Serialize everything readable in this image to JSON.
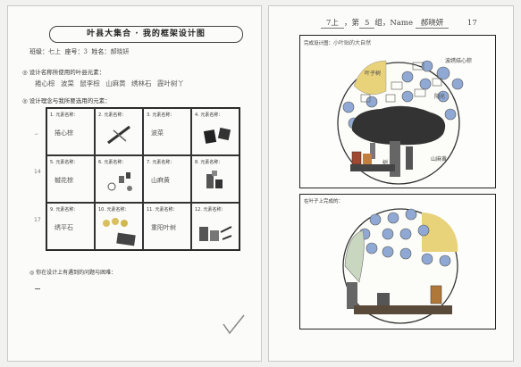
{
  "left_page": {
    "title": "叶县大集合 · 我的框架设计图",
    "info": {
      "class_label": "班级：",
      "class_value": "七上",
      "seat_label": "座号：",
      "seat_value": "3",
      "name_label": "姓名：",
      "name_value": "郝晓妍"
    },
    "question1": "◎ 设计名称所使用的叶县元素：",
    "question1_answer": "捲心棕 波菜 鼠李棕 山麻黄 绣林石 霞叶树丫",
    "question2": "◎ 设计理念与我所要选用的元素：",
    "cells": [
      {
        "header": "1. 元素名称：",
        "name": "捲心棕"
      },
      {
        "header": "2. 元素名称：",
        "name": ""
      },
      {
        "header": "3. 元素名称：",
        "name": "波菜"
      },
      {
        "header": "4. 元素名称：",
        "name": ""
      },
      {
        "header": "5. 元素名称：",
        "name": "槭花棕"
      },
      {
        "header": "6. 元素名称：",
        "name": ""
      },
      {
        "header": "7. 元素名称：",
        "name": "山麻黄"
      },
      {
        "header": "8. 元素名称：",
        "name": ""
      },
      {
        "header": "9. 元素名称：",
        "name": "绣平石"
      },
      {
        "header": "10. 元素名称：",
        "name": ""
      },
      {
        "header": "11. 元素名称：",
        "name": "重阳叶树"
      },
      {
        "header": "12. 元素名称：",
        "name": ""
      }
    ],
    "margin_marks": [
      "∽",
      "14",
      "17"
    ],
    "question3": "◎ 你在设计上有遇到的问题与困难："
  },
  "right_page": {
    "header": {
      "class_hw": "7上",
      "group_label": "第",
      "group_hw": "5",
      "group_suffix": "组，Name",
      "name_hw": "郝晓妍",
      "page_no": "17"
    },
    "box1": {
      "label": "完成设计图：",
      "label_hw": "小叶贴的大自然",
      "annotations": [
        "叶子树",
        "波绣结心棕",
        "阳光",
        "树",
        "山麻黄"
      ]
    },
    "box2": {
      "label": "在叶子上完成的："
    }
  }
}
